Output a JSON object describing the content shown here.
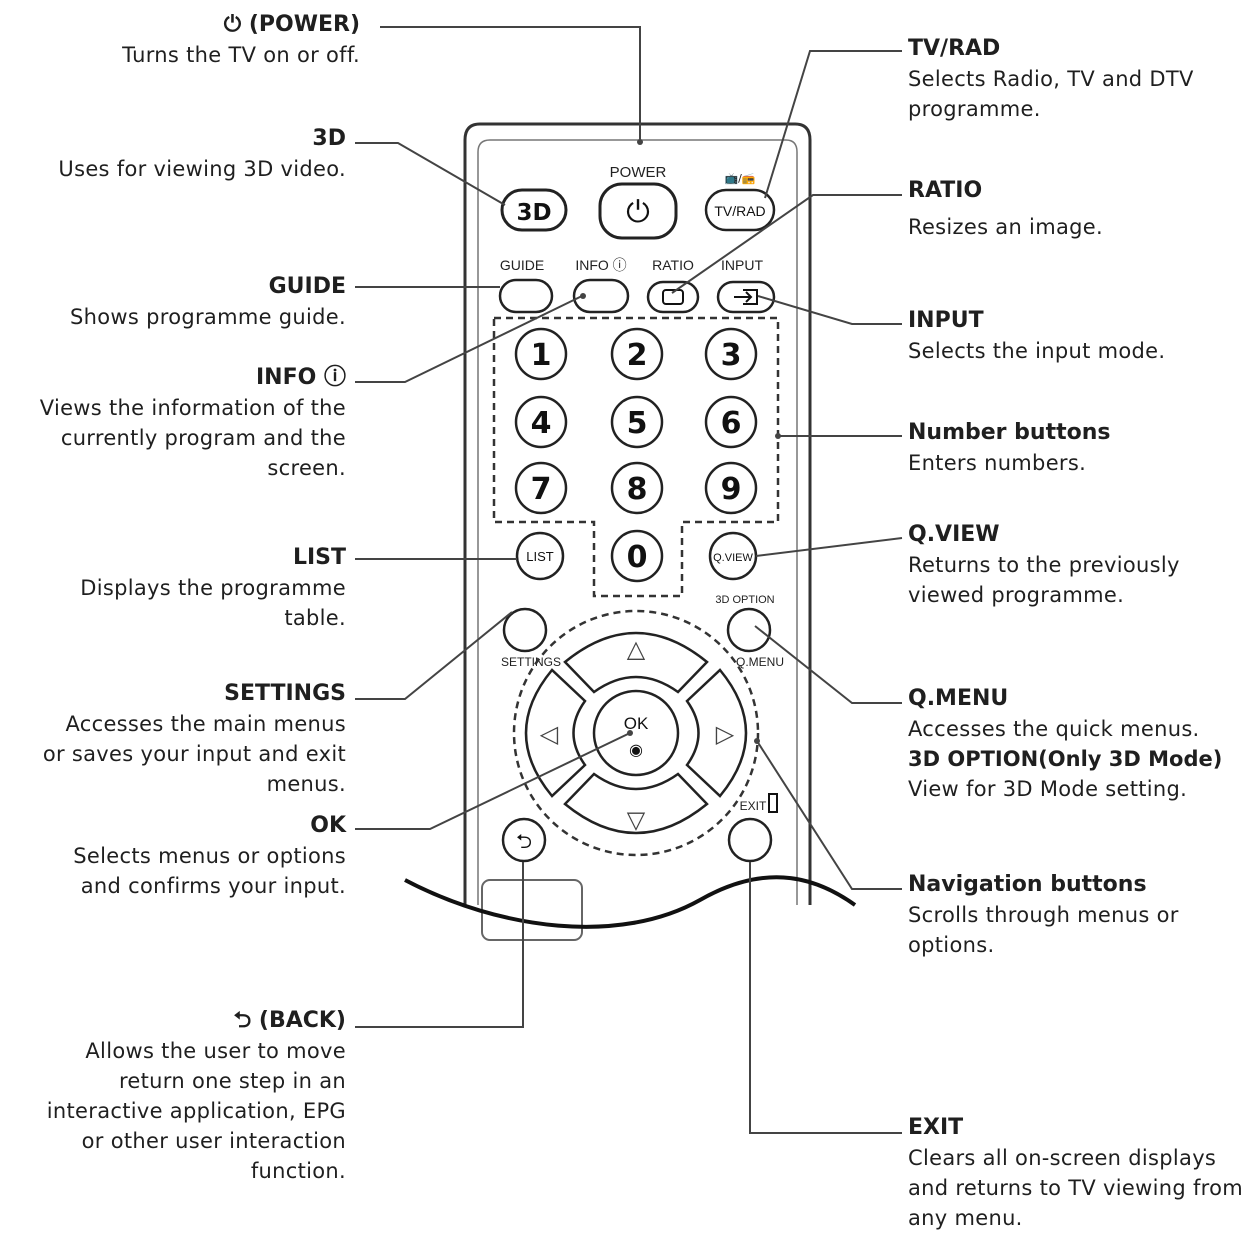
{
  "callouts_left": {
    "power": {
      "title": "⏻ (POWER)",
      "desc": "Turns the TV on or off."
    },
    "threed": {
      "title": "3D",
      "desc": "Uses for viewing 3D video."
    },
    "guide": {
      "title": "GUIDE",
      "desc": "Shows programme guide."
    },
    "info": {
      "title": "INFO ⓘ",
      "desc": "Views the information of the\ncurrently program and the\nscreen."
    },
    "list": {
      "title": "LIST",
      "desc": "Displays the programme\ntable."
    },
    "settings": {
      "title": "SETTINGS",
      "desc": "Accesses the main menus\nor saves your input and exit\nmenus."
    },
    "ok": {
      "title": "OK",
      "desc": "Selects menus or options\nand confirms your input."
    },
    "back": {
      "title": "⮌ (BACK)",
      "desc": "Allows the user to move\nreturn one step in an\ninteractive application, EPG\nor other user interaction\nfunction."
    }
  },
  "callouts_right": {
    "tvrad": {
      "title": "TV/RAD",
      "desc": "Selects Radio, TV and DTV\nprogramme."
    },
    "ratio": {
      "title": "RATIO",
      "desc": "Resizes an image."
    },
    "input": {
      "title": "INPUT",
      "desc": "Selects the input mode."
    },
    "numbers": {
      "title": "Number buttons",
      "desc": "Enters numbers."
    },
    "qview": {
      "title": "Q.VIEW",
      "desc": "Returns to the previously\nviewed programme."
    },
    "qmenu": {
      "title": "Q.MENU",
      "desc": "Accesses the quick menus.",
      "title2": "3D OPTION(Only 3D Mode)",
      "desc2": "View for 3D Mode setting."
    },
    "nav": {
      "title": "Navigation buttons",
      "desc": "Scrolls through menus or\noptions."
    },
    "exit": {
      "title": "EXIT",
      "desc": "Clears all on-screen displays\nand returns to TV viewing from\nany menu."
    }
  },
  "remote": {
    "power_label": "POWER",
    "power_symbol": "⏻",
    "threed_label": "3D",
    "tvrad_label": "TV/RAD",
    "tvrad_top": "📺/📻",
    "guide_label": "GUIDE",
    "info_label": "INFO ⓘ",
    "ratio_label": "RATIO",
    "input_label": "INPUT",
    "digits": [
      "1",
      "2",
      "3",
      "4",
      "5",
      "6",
      "7",
      "8",
      "9",
      "0"
    ],
    "list_label": "LIST",
    "qview_label": "Q.VIEW",
    "threed_option_label": "3D OPTION",
    "settings_label": "SETTINGS",
    "qmenu_label": "Q.MENU",
    "ok_label": "OK",
    "ok_symbol": "◉",
    "up_arrow": "△",
    "down_arrow": "▽",
    "left_arrow": "◁",
    "right_arrow": "▷",
    "exit_label": "EXIT",
    "back_symbol": "⮌"
  }
}
